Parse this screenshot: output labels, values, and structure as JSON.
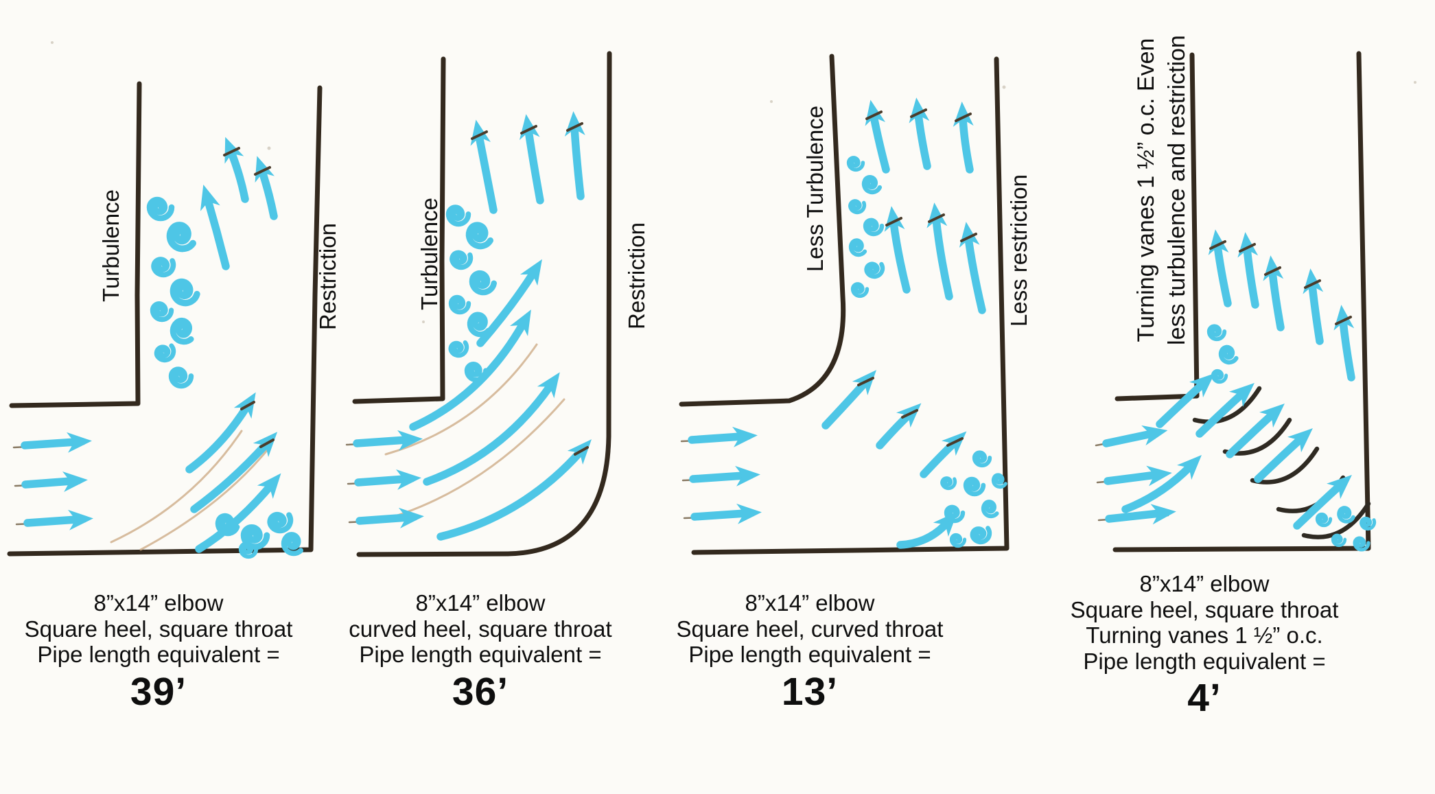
{
  "colors": {
    "flow_blue": "#4ec6e6",
    "wall_ink": "#33291e",
    "pencil_tan": "#c7a178",
    "text": "#0e0e0e",
    "paper": "#fcfbf7"
  },
  "panels": [
    {
      "turbulence_label": "Turbulence",
      "restriction_label": "Restriction",
      "caption": [
        "8”x14” elbow",
        "Square heel, square throat",
        "Pipe length equivalent ="
      ],
      "value": "39’"
    },
    {
      "turbulence_label": "Turbulence",
      "restriction_label": "Restriction",
      "caption": [
        "8”x14” elbow",
        "curved heel, square throat",
        "Pipe length equivalent ="
      ],
      "value": "36’"
    },
    {
      "turbulence_label": "Less Turbulence",
      "restriction_label": "Less restriction",
      "caption": [
        "8”x14” elbow",
        "Square heel, curved throat",
        "Pipe length equivalent ="
      ],
      "value": "13’"
    },
    {
      "vane_label": [
        "Turning vanes 1 ½” o.c. Even",
        "less turbulence and restriction"
      ],
      "caption": [
        "8”x14” elbow",
        "Square heel, square throat",
        "Turning vanes 1 ½” o.c.",
        "Pipe length equivalent ="
      ],
      "value": "4’"
    }
  ]
}
